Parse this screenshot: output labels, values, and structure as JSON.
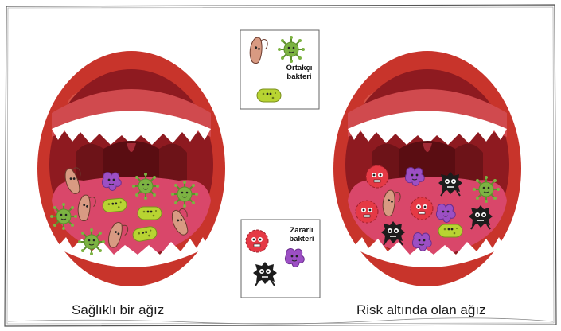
{
  "captions": {
    "healthy": "Sağlıklı bir ağız",
    "at_risk": "Risk altında olan ağız"
  },
  "legend": {
    "commensal": {
      "line1": "Ortakçı",
      "line2": "bakteri"
    },
    "harmful": {
      "line1": "Zararlı",
      "line2": "bakteri"
    }
  },
  "colors": {
    "lip": "#c8342b",
    "lip_light": "#e0685a",
    "mouth_interior": "#8e1a20",
    "throat": "#5a0d12",
    "tongue": "#d9476a",
    "teeth": "#ffffff",
    "bacteria_tan": "#d89a82",
    "bacteria_green": "#7cb342",
    "bacteria_yellowgreen": "#b8d432",
    "bacteria_red": "#e53945",
    "bacteria_purple": "#9c4fc4",
    "bacteria_black": "#1c1c1c"
  },
  "icons": [
    "rod-bacteria-icon",
    "virus-bacteria-icon",
    "capsule-bacteria-icon",
    "spiky-red-bacteria-icon",
    "spiky-black-bacteria-icon",
    "purple-bacteria-icon"
  ]
}
